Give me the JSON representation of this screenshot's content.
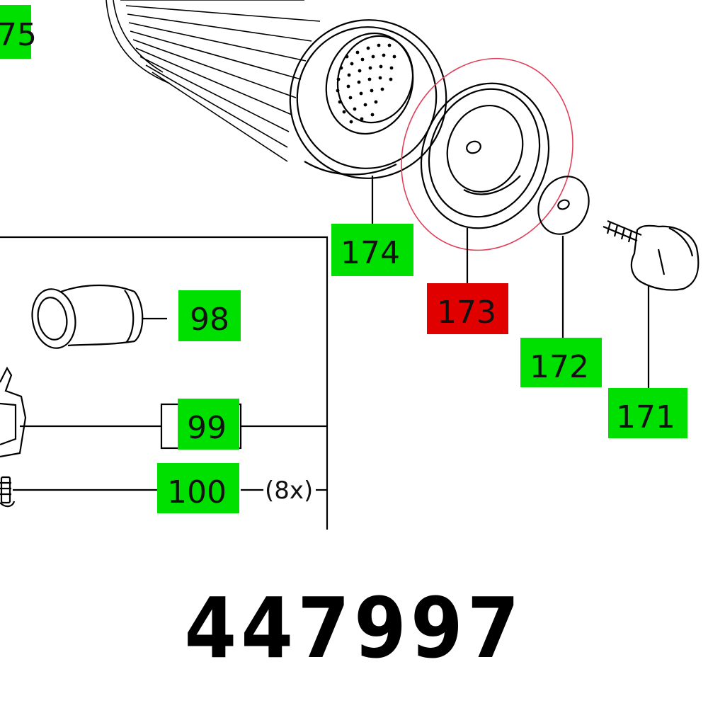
{
  "diagram": {
    "labels": {
      "l175": "75",
      "l174": "174",
      "l173": "173",
      "l172": "172",
      "l171": "171",
      "l98": "98",
      "l99": "99",
      "l100": "100"
    },
    "quantity_note": "(8x)",
    "highlight_color": "#e00000",
    "label_color": "#00e000",
    "ring_color": "#e0405a"
  },
  "part_number": "447997"
}
